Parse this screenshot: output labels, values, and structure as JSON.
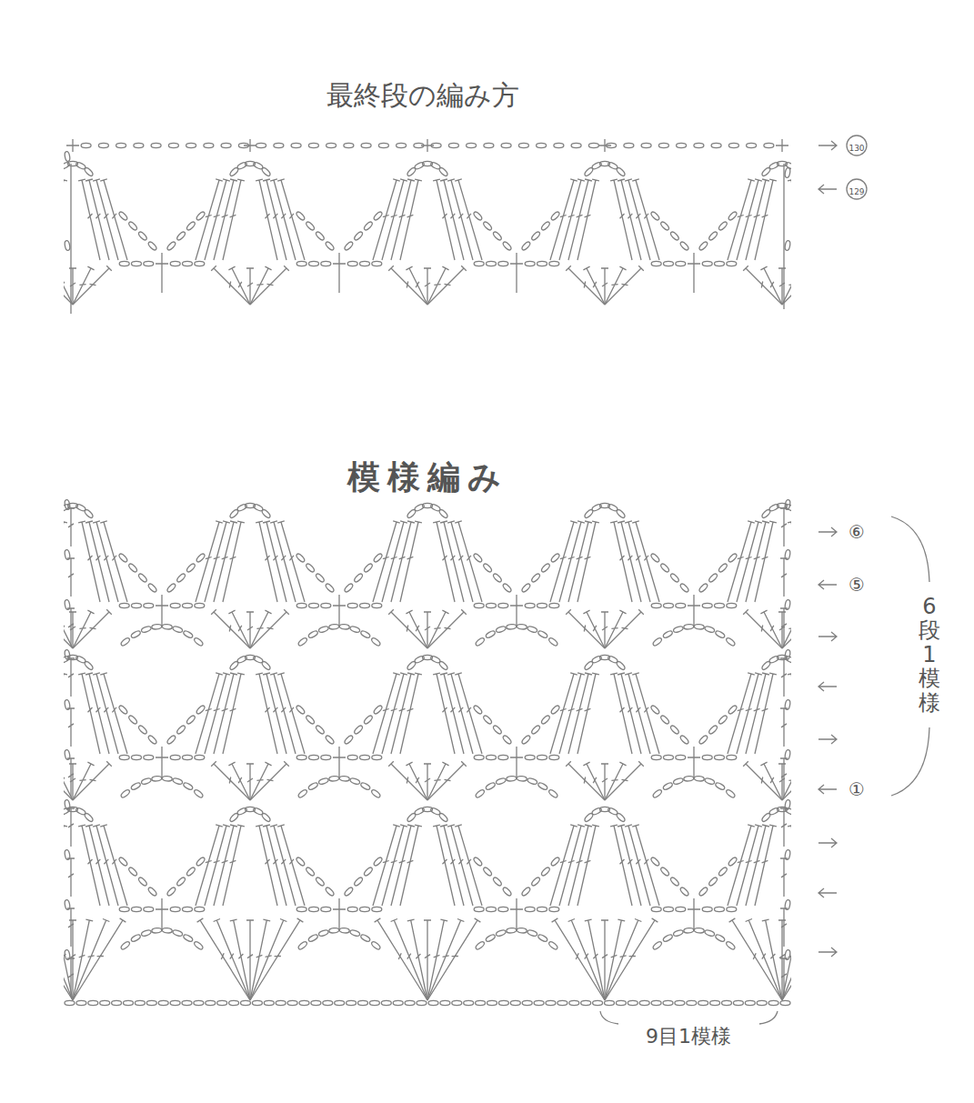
{
  "diagram": {
    "labels": [
      "最終段の編み方",
      "130",
      "129",
      "模様編み",
      "⑥",
      "⑤",
      "①",
      "6段1模様",
      "9目1模様"
    ]
  }
}
